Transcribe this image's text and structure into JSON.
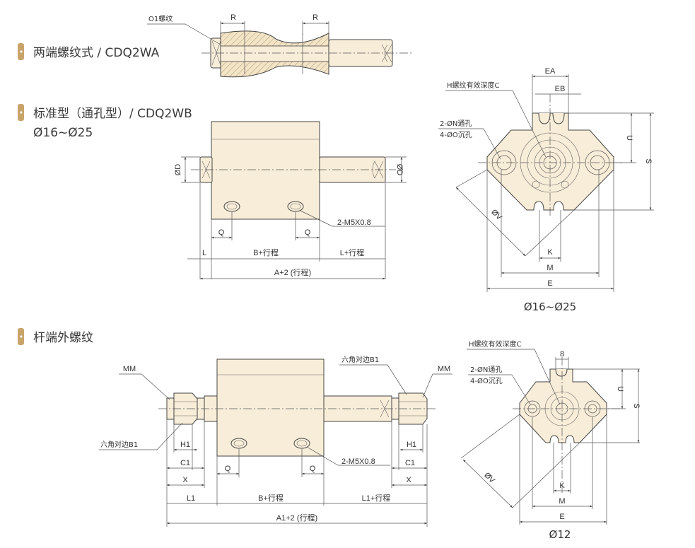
{
  "colors": {
    "accent": "#c9a46a",
    "part_fill": "#f8edd8",
    "line": "#444444"
  },
  "sections": {
    "wa": {
      "title": "两端螺纹式 / CDQ2WA",
      "thread_label": "O1螺纹",
      "dim_r": "R"
    },
    "wb": {
      "title": "标准型（通孔型）/ CDQ2WB",
      "subtitle": "Ø16~Ø25",
      "side": {
        "dim_d": "ØD",
        "dim_q": "Q",
        "port": "2-M5X0.8",
        "dim_l": "L",
        "dim_b": "B+行程",
        "dim_l_stroke": "L+行程",
        "dim_a": "A+2 (行程)"
      },
      "front": {
        "depth": "H螺纹有效深度C",
        "ea": "EA",
        "eb": "EB",
        "through_hole": "2-ØN通孔",
        "counterbore": "4-ØO沉孔",
        "u": "U",
        "s": "S",
        "v": "ØV",
        "k": "K",
        "m": "M",
        "e": "E",
        "caption": "Ø16~Ø25"
      }
    },
    "rod_thread": {
      "title": "杆端外螺纹",
      "side": {
        "mm": "MM",
        "hex": "六角对边B1",
        "h1": "H1",
        "c1": "C1",
        "x": "X",
        "q": "Q",
        "port": "2-M5X0.8",
        "l1": "L1",
        "b": "B+行程",
        "l1_stroke": "L1+行程",
        "a1": "A1+2 (行程)"
      },
      "front": {
        "depth": "H螺纹有效深度C",
        "width": "8",
        "through_hole": "2-ØN通孔",
        "counterbore": "4-ØO沉孔",
        "u": "U",
        "s": "S",
        "v": "ØV",
        "k": "K",
        "m": "M",
        "e": "E",
        "caption": "Ø12"
      }
    }
  }
}
